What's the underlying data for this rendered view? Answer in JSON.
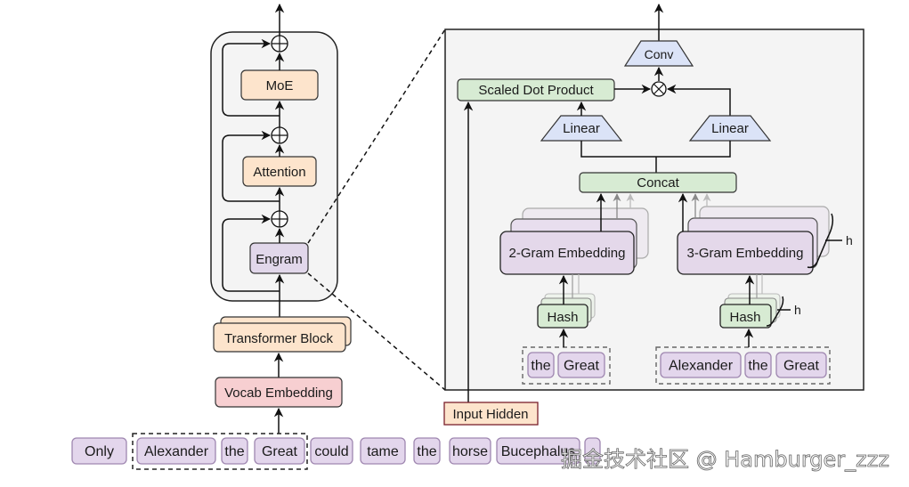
{
  "colors": {
    "peach": "#fde4cc",
    "pink": "#f7cfd1",
    "lavender": "#e4d8ea",
    "token_fill": "#e3d6ec",
    "token_stroke": "#9f87b0",
    "green": "#d7ebd3",
    "blue": "#dbe3f7",
    "panel_bg": "#f4f4f4",
    "stroke": "#222222"
  },
  "left_block": {
    "moe": "MoE",
    "attention": "Attention",
    "engram": "Engram",
    "transformer_block": "Transformer Block",
    "vocab_embedding": "Vocab Embedding"
  },
  "sentence_tokens": [
    "Only",
    "Alexander",
    "the",
    "Great",
    "could",
    "tame",
    "the",
    "horse",
    "Bucephalus",
    ""
  ],
  "detail_panel": {
    "conv": "Conv",
    "scaled_dot_product": "Scaled Dot Product",
    "linear_left": "Linear",
    "linear_right": "Linear",
    "concat": "Concat",
    "embedding_2gram": "2-Gram Embedding",
    "embedding_3gram": "3-Gram Embedding",
    "hash_left": "Hash",
    "hash_right": "Hash",
    "heads_label_embedding": "h",
    "heads_label_hash": "h",
    "tokens_2gram": [
      "the",
      "Great"
    ],
    "tokens_3gram": [
      "Alexander",
      "the",
      "Great"
    ],
    "input_hidden": "Input Hidden"
  },
  "watermark": "掘金技术社区 @ Hamburger_zzz"
}
